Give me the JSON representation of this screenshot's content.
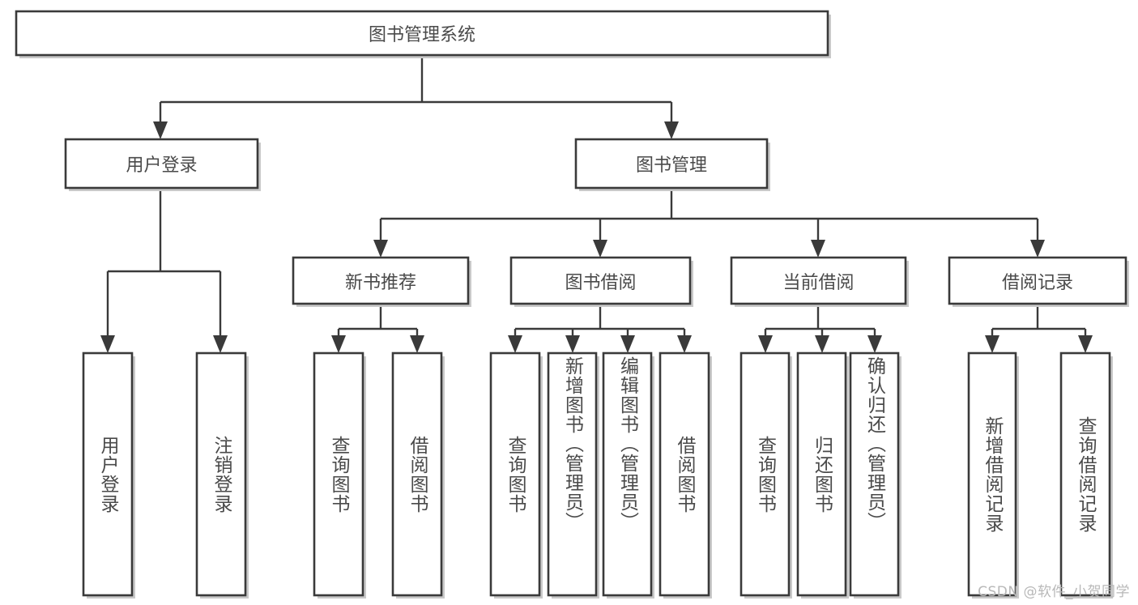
{
  "diagram": {
    "title": "图书管理系统",
    "type": "tree-hierarchy",
    "watermark": "CSDN @软件_小贺同学",
    "colors": {
      "stroke": "#3a3a3a",
      "fill": "#ffffff",
      "text": "#4a4a4a",
      "background": "#ffffff",
      "watermark": "#b8b8b8"
    },
    "root": {
      "label": "图书管理系统"
    },
    "level2": [
      {
        "label": "用户登录"
      },
      {
        "label": "图书管理"
      }
    ],
    "level3": [
      {
        "label": "新书推荐"
      },
      {
        "label": "图书借阅"
      },
      {
        "label": "当前借阅"
      },
      {
        "label": "借阅记录"
      }
    ],
    "leaves": {
      "user_login": [
        {
          "label": "用户登录"
        },
        {
          "label": "注销登录"
        }
      ],
      "new_book_recommend": [
        {
          "label": "查询图书"
        },
        {
          "label": "借阅图书"
        }
      ],
      "book_borrow": [
        {
          "label": "查询图书"
        },
        {
          "label": "新增图书（管理员）"
        },
        {
          "label": "编辑图书（管理员）"
        },
        {
          "label": "借阅图书"
        }
      ],
      "current_borrow": [
        {
          "label": "查询图书"
        },
        {
          "label": "归还图书"
        },
        {
          "label": "确认归还（管理员）"
        }
      ],
      "borrow_record": [
        {
          "label": "新增借阅记录"
        },
        {
          "label": "查询借阅记录"
        }
      ]
    }
  }
}
